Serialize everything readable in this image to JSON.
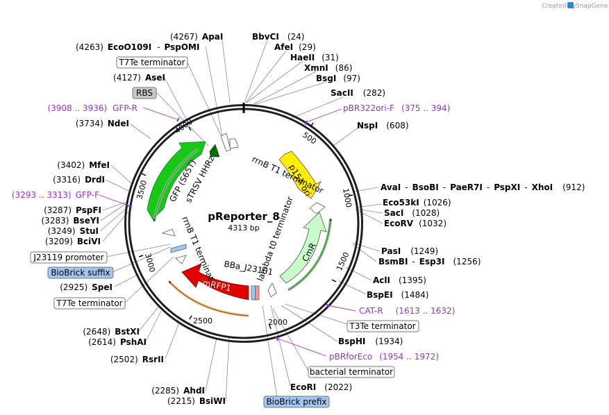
{
  "credit": {
    "prefix": "Created by",
    "brand": "SnapGene"
  },
  "map": {
    "name": "pReporter_8",
    "size": "4313 bp",
    "ticks": [
      "500",
      "1000",
      "1500",
      "2000",
      "2500",
      "3000",
      "3500",
      "4000"
    ]
  },
  "features": {
    "rrnB_T1_top": "rrnB T1 terminator",
    "p15A_ori": "p15A ori",
    "GFP": "GFP (S65T)",
    "sTRSV": "sTRSV HHRz",
    "rrnB_T1_left": "rrnB T1 terminator",
    "lambda_t0": "lambda t0 terminator",
    "CmR": "CmR",
    "BBa": "BBa_J23101",
    "mRFP1": "mRFP1"
  },
  "sites": [
    {
      "pos": "(4267)",
      "name": "ApaI"
    },
    {
      "pos": "(4263)",
      "name": "EcoO109I",
      "name2": "PspOMI"
    },
    {
      "pos": "(24)",
      "name": "BbvCI"
    },
    {
      "pos": "(29)",
      "name": "AfeI"
    },
    {
      "pos": "(31)",
      "name": "HaeII"
    },
    {
      "pos": "(86)",
      "name": "XmnI"
    },
    {
      "pos": "(97)",
      "name": "BsgI"
    },
    {
      "pos": "(282)",
      "name": "SacII"
    },
    {
      "pos": "(608)",
      "name": "NspI"
    },
    {
      "pos": "(912)",
      "name": "AvaI",
      "name2": "BsoBI",
      "name3": "PaeR7I",
      "name4": "PspXI",
      "name5": "XhoI"
    },
    {
      "pos": "(1026)",
      "name": "Eco53kI"
    },
    {
      "pos": "(1028)",
      "name": "SacI"
    },
    {
      "pos": "(1032)",
      "name": "EcoRV"
    },
    {
      "pos": "(1249)",
      "name": "PasI"
    },
    {
      "pos": "(1256)",
      "name": "BsmBI",
      "name2": "Esp3I"
    },
    {
      "pos": "(1395)",
      "name": "AclI"
    },
    {
      "pos": "(1484)",
      "name": "BspEI"
    },
    {
      "pos": "(1934)",
      "name": "BspHI"
    },
    {
      "pos": "(2022)",
      "name": "EcoRI"
    },
    {
      "pos": "(4127)",
      "name": "AseI"
    },
    {
      "pos": "(3734)",
      "name": "NdeI"
    },
    {
      "pos": "(3402)",
      "name": "MfeI"
    },
    {
      "pos": "(3316)",
      "name": "DrdI"
    },
    {
      "pos": "(3287)",
      "name": "PspFI"
    },
    {
      "pos": "(3283)",
      "name": "BseYI"
    },
    {
      "pos": "(3249)",
      "name": "StuI"
    },
    {
      "pos": "(3209)",
      "name": "BciVI"
    },
    {
      "pos": "(2925)",
      "name": "SpeI"
    },
    {
      "pos": "(2648)",
      "name": "BstXI"
    },
    {
      "pos": "(2614)",
      "name": "PshAI"
    },
    {
      "pos": "(2502)",
      "name": "RsrII"
    },
    {
      "pos": "(2285)",
      "name": "AhdI"
    },
    {
      "pos": "(2215)",
      "name": "BsiWI"
    }
  ],
  "primers": [
    {
      "name": "pBR322ori-F",
      "range": "(375 .. 394)"
    },
    {
      "name": "GFP-R",
      "range": "(3908 .. 3936)"
    },
    {
      "name": "GFP-F",
      "range": "(3293 .. 3313)"
    },
    {
      "name": "CAT-R",
      "range": "(1613 .. 1632)"
    },
    {
      "name": "pBRforEco",
      "range": "(1954 .. 1972)"
    }
  ],
  "boxes": [
    {
      "text": "T7Te terminator"
    },
    {
      "text": "RBS"
    },
    {
      "text": "J23119 promoter"
    },
    {
      "text": "BioBrick suffix"
    },
    {
      "text": "T7Te terminator"
    },
    {
      "text": "T3Te terminator"
    },
    {
      "text": "bacterial terminator"
    },
    {
      "text": "BioBrick prefix"
    }
  ],
  "colors": {
    "gfp": "#17c917",
    "p15a": "#ffee00",
    "cmr": "#c8fcc8",
    "mrfp": "#e00000",
    "primer": "#9b2fd0",
    "rbs_box": "#c8c8c8",
    "biobrick_box": "#9fc7f2",
    "backbone": "#1e1e1e"
  }
}
